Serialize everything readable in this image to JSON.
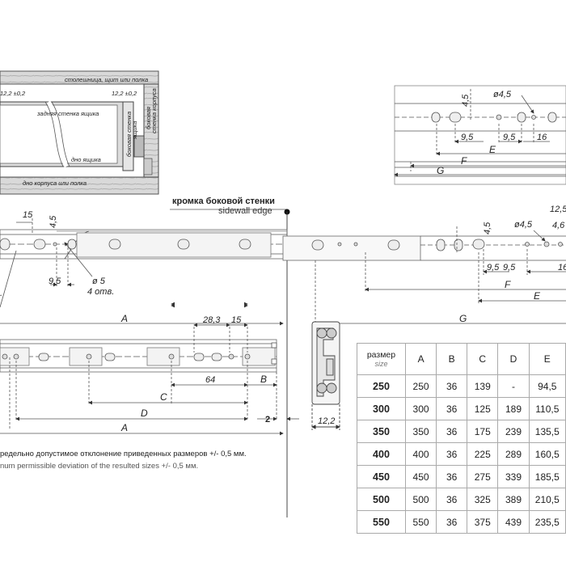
{
  "cabinet": {
    "top_label": "столешница, щит или полка",
    "back_label": "задняя стенка ящика",
    "side_wall_label_1": "боковая стенка",
    "side_wall_label_2": "ящика",
    "cabinet_side_label_1": "боковая",
    "cabinet_side_label_2": "стенка корпуса",
    "bottom_label": "дно ящика",
    "base_label": "дно корпуса или полка",
    "dim_left": "12,2 ±0,2",
    "dim_right": "12,2 ±0,2"
  },
  "edge": {
    "label_ru": "кромка боковой стенки",
    "label_en": "sidewall edge"
  },
  "top_right": {
    "d1": "4,5",
    "d2": "ø4,5",
    "d3": "9,5",
    "d4": "9,5",
    "d5": "16",
    "e": "E",
    "f": "F",
    "g": "G"
  },
  "main_rail": {
    "d15": "15",
    "d45": "4,5",
    "d95": "9,5",
    "hole": "ø 5",
    "holes": "4 отв.",
    "a": "A",
    "cut": "."
  },
  "mid_right": {
    "d125": "12,5",
    "d46": "4,6",
    "d45": "4,5",
    "dhole": "ø4,5",
    "d95a": "9,5",
    "d95b": "9,5",
    "d16": "16",
    "e": "E",
    "f": "F",
    "g": "G"
  },
  "bottom_rail": {
    "d283": "28,3",
    "d15": "15",
    "d64": "64",
    "b": "B",
    "c": "C",
    "d": "D",
    "a": "A",
    "d2": "2"
  },
  "profile": {
    "d122": "12,2"
  },
  "notes": {
    "ru": "редельно допустимое отклонение приведенных размеров +/- 0,5 мм.",
    "en": "num permissible deviation of the resulted sizes +/- 0,5 мм."
  },
  "table": {
    "header_ru": "размер",
    "header_en": "size",
    "columns": [
      "A",
      "B",
      "C",
      "D",
      "E"
    ],
    "rows": [
      {
        "size": "250",
        "cells": [
          "250",
          "36",
          "139",
          "-",
          "94,5"
        ]
      },
      {
        "size": "300",
        "cells": [
          "300",
          "36",
          "125",
          "189",
          "110,5"
        ]
      },
      {
        "size": "350",
        "cells": [
          "350",
          "36",
          "175",
          "239",
          "135,5"
        ]
      },
      {
        "size": "400",
        "cells": [
          "400",
          "36",
          "225",
          "289",
          "160,5"
        ]
      },
      {
        "size": "450",
        "cells": [
          "450",
          "36",
          "275",
          "339",
          "185,5"
        ]
      },
      {
        "size": "500",
        "cells": [
          "500",
          "36",
          "325",
          "389",
          "210,5"
        ]
      },
      {
        "size": "550",
        "cells": [
          "550",
          "36",
          "375",
          "439",
          "235,5"
        ]
      }
    ]
  },
  "colors": {
    "line": "#222222",
    "rail": "#555555",
    "dim": "#333333",
    "wood": "#c9c9c9"
  }
}
